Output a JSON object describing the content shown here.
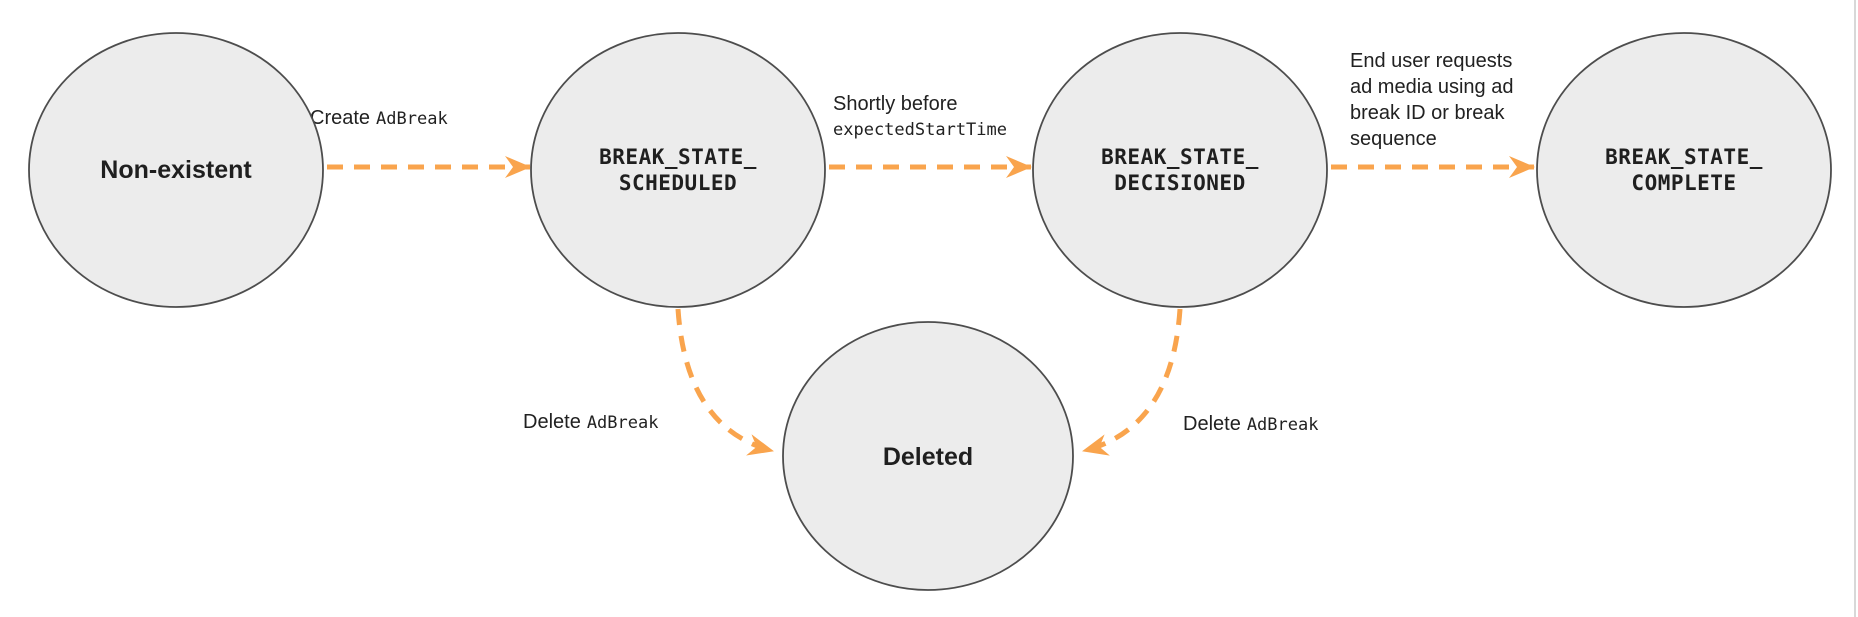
{
  "diagram": {
    "colors": {
      "arrow": "#F9A44D",
      "node_fill": "#ECECEC",
      "node_stroke": "#4D4D4D",
      "text": "#1F1F1F"
    },
    "nodes": [
      {
        "id": "non-existent",
        "label": "Non-existent"
      },
      {
        "id": "break-state-scheduled",
        "line1": "BREAK_STATE_",
        "line2": "SCHEDULED"
      },
      {
        "id": "break-state-decisioned",
        "line1": "BREAK_STATE_",
        "line2": "DECISIONED"
      },
      {
        "id": "break-state-complete",
        "line1": "BREAK_STATE_",
        "line2": "COMPLETE"
      },
      {
        "id": "deleted",
        "label": "Deleted"
      }
    ],
    "edges": [
      {
        "id": "create-adbreak",
        "plain": "Create",
        "code": "AdBreak"
      },
      {
        "id": "shortly-before-expected-start-time",
        "line1": "Shortly before",
        "code": "expectedStartTime"
      },
      {
        "id": "end-user-requests",
        "lines": [
          "End user requests",
          "ad media using ad",
          "break ID or break",
          "sequence"
        ]
      },
      {
        "id": "delete-adbreak-left",
        "plain": "Delete",
        "code": "AdBreak"
      },
      {
        "id": "delete-adbreak-right",
        "plain": "Delete",
        "code": "AdBreak"
      }
    ]
  }
}
